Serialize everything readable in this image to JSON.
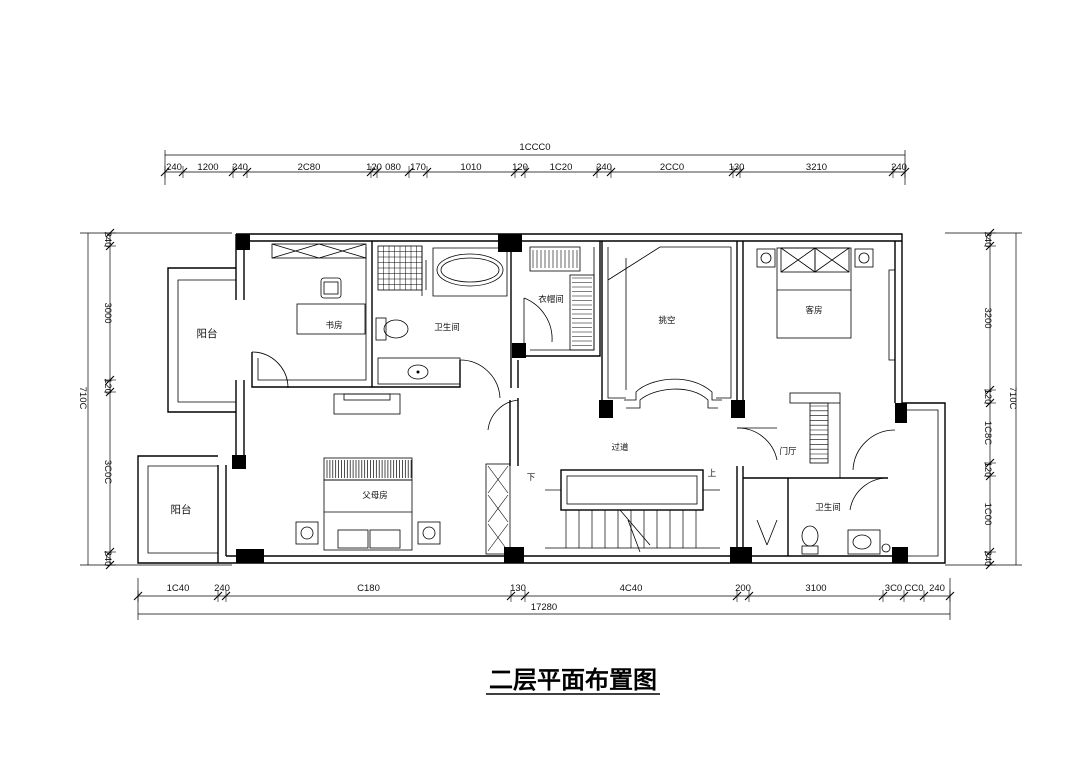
{
  "title": "二层平面布置图",
  "dims_top": {
    "overall": "1CCC0",
    "segments": [
      "240",
      "1200",
      "240",
      "2C80",
      "120",
      "080",
      "170",
      "1010",
      "120",
      "1C20",
      "240",
      "2CC0",
      "130",
      "3210",
      "240"
    ]
  },
  "dims_bottom": {
    "overall": "17280",
    "segments": [
      "1C40",
      "240",
      "C180",
      "130",
      "4C40",
      "200",
      "3100",
      "3C0",
      "CC0",
      "240"
    ]
  },
  "dims_left": {
    "overall": "710C",
    "segments": [
      "240",
      "3000",
      "120",
      "3C0C",
      "240"
    ]
  },
  "dims_right": {
    "overall": "710C",
    "segments": [
      "240",
      "3200",
      "120",
      "1C8C",
      "120",
      "1C00",
      "240"
    ]
  },
  "rooms": {
    "balcony_top": "阳台",
    "balcony_bottom": "阳台",
    "study": "书房",
    "bathroom_top": "卫生间",
    "closet": "衣帽间",
    "void": "挑空",
    "guest_room": "客房",
    "corridor": "过道",
    "parents_room": "父母房",
    "foyer": "门厅",
    "bathroom_bottom": "卫生间",
    "stair_down": "下",
    "stair_up": "上"
  }
}
